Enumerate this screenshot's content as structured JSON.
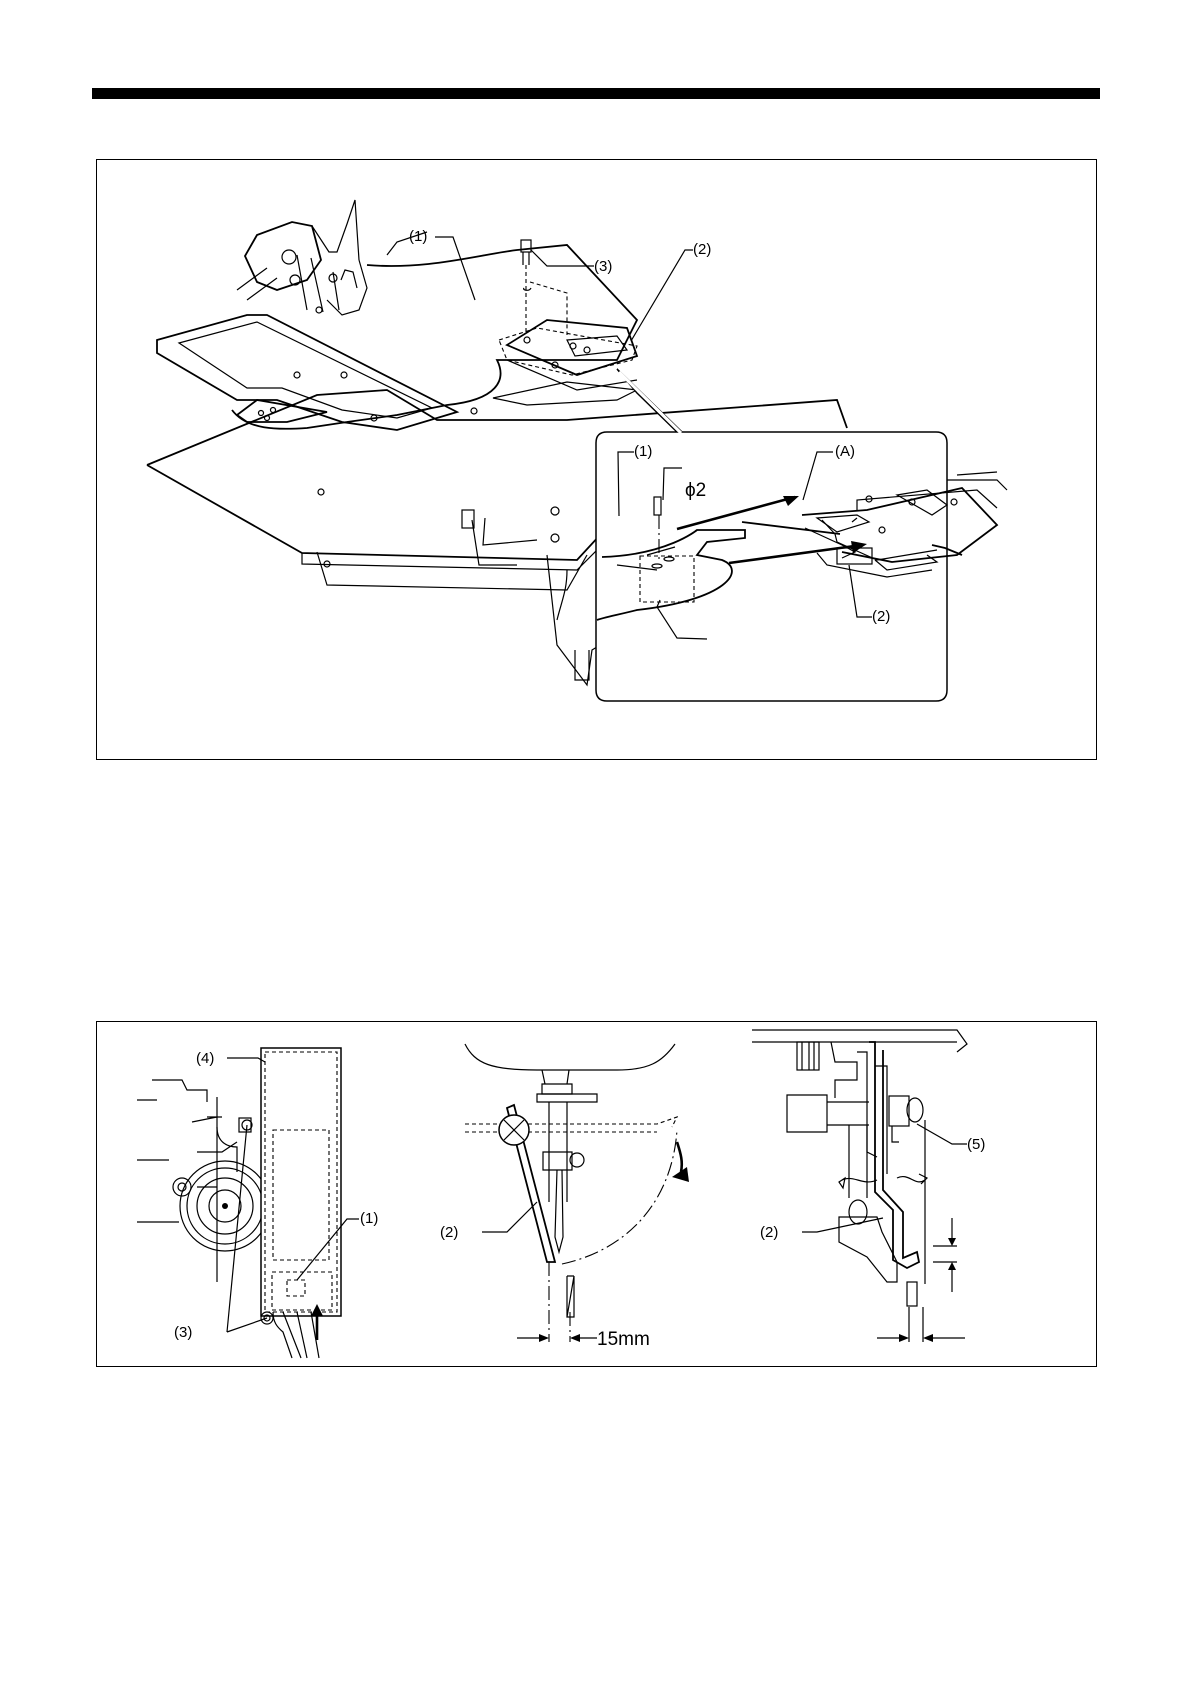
{
  "figure1": {
    "callouts": {
      "part1": "(1)",
      "part2": "(2)",
      "part3": "(3)"
    },
    "inset": {
      "part1": "(1)",
      "pin_diameter": "ϕ2",
      "point_a": "(A)",
      "part2": "(2)"
    }
  },
  "figure2": {
    "left": {
      "part4": "(4)",
      "part1": "(1)",
      "part3": "(3)"
    },
    "middle": {
      "part2": "(2)",
      "dimension": "15mm"
    },
    "right": {
      "part5": "(5)",
      "part2": "(2)"
    }
  }
}
